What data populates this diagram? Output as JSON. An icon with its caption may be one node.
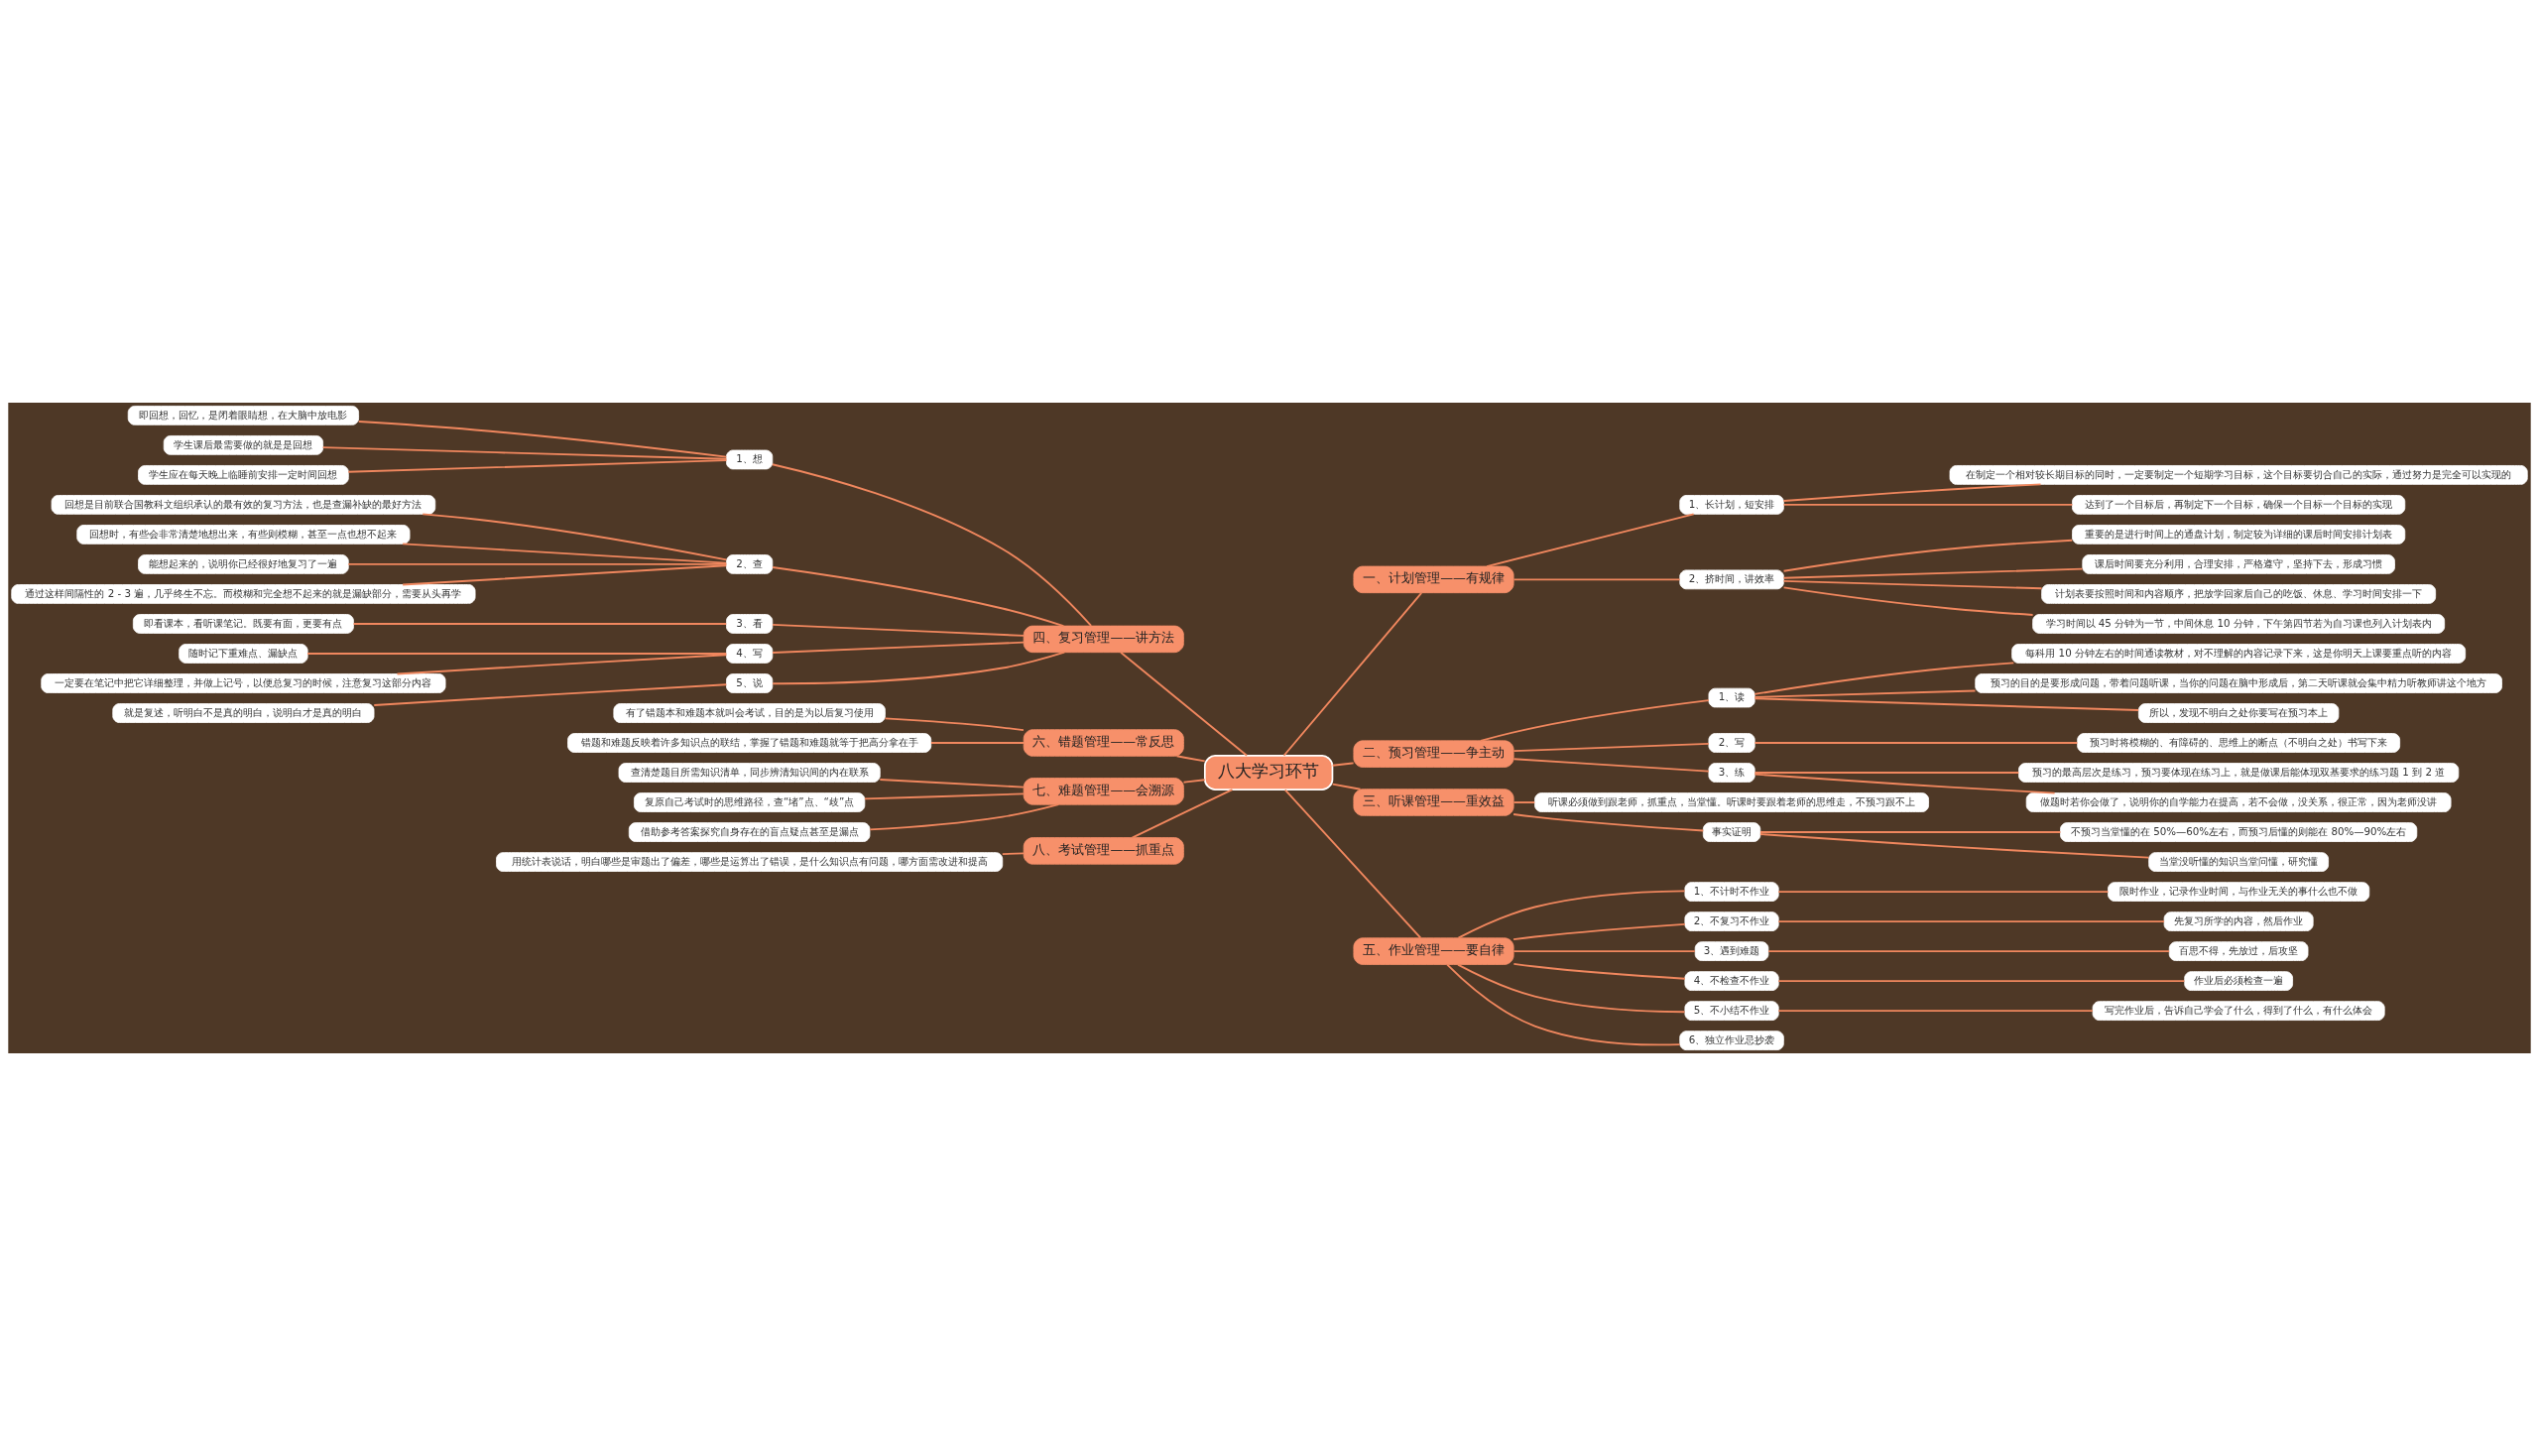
{
  "diagram": {
    "nodes": [
      {
        "text": [
          "八大学习环节"
        ]
      },
      {
        "text": [
          "一、计划管理——有规律"
        ]
      },
      {
        "text": [
          "1、长计划，短安排"
        ]
      },
      {
        "text": [
          "在制定一个相对较长期目标的同时，一定要制定一个短期学习目标，这个目标要切合自己的实际，通过努力是完全可以实现的"
        ]
      },
      {
        "text": [
          "达到了一个目标后，再制定下一个目标，确保一个目标一个目标的实现"
        ]
      },
      {
        "text": [
          "2、挤时间，讲效率"
        ]
      },
      {
        "text": [
          "重要的是进行时间上的通盘计划，制定较为详细的课后时间安排计划表"
        ]
      },
      {
        "text": [
          "课后时间要充分利用，合理安排，严格遵守，坚持下去，形成习惯"
        ]
      },
      {
        "text": [
          "计划表要按照时间和内容顺序，把放学回家后自己的吃饭、休息、学习时间安排一下"
        ]
      },
      {
        "text": [
          "学习时间以 45 分钟为一节，中间休息 10 分钟，下午第四节若为自习课也列入计划表内"
        ]
      },
      {
        "text": [
          "二、预习管理——争主动"
        ]
      },
      {
        "text": [
          "1、读"
        ]
      },
      {
        "text": [
          "每科用 10 分钟左右的时间通读教材，对不理解的内容记录下来，这是你明天上课要重点听的内容"
        ]
      },
      {
        "text": [
          "预习的目的是要形成问题，带着问题听课，当你的问题在脑中形成后，第二天听课就会集中精力听教师讲这个地方"
        ]
      },
      {
        "text": [
          "所以，发现不明白之处你要写在预习本上"
        ]
      },
      {
        "text": [
          "2、写"
        ]
      },
      {
        "text": [
          "预习时将模糊的、有障碍的、思维上的断点（不明白之处）书写下来"
        ]
      },
      {
        "text": [
          "3、练"
        ]
      },
      {
        "text": [
          "预习的最高层次是练习，预习要体现在练习上，就是做课后能体现双基要求的练习题 1 到 2 道"
        ]
      },
      {
        "text": [
          "做题时若你会做了，说明你的自学能力在提高，若不会做，没关系，很正常，因为老师没讲"
        ]
      },
      {
        "text": [
          "三、听课管理——重效益"
        ]
      },
      {
        "text": [
          "听课必须做到跟老师，抓重点，当堂懂。听课时要跟着老师的思维走，不预习跟不上"
        ]
      },
      {
        "text": [
          "事实证明"
        ]
      },
      {
        "text": [
          "不预习当堂懂的在 50%—60%左右，而预习后懂的则能在 80%—90%左右"
        ]
      },
      {
        "text": [
          "当堂没听懂的知识当堂问懂，研究懂"
        ]
      },
      {
        "text": [
          "五、作业管理——要自律"
        ]
      },
      {
        "text": [
          "1、不计时不作业"
        ]
      },
      {
        "text": [
          "限时作业，记录作业时间，与作业无关的事什么也不做"
        ]
      },
      {
        "text": [
          "2、不复习不作业"
        ]
      },
      {
        "text": [
          "先复习所学的内容，然后作业"
        ]
      },
      {
        "text": [
          "3、遇到难题"
        ]
      },
      {
        "text": [
          "百思不得，先放过，后攻坚"
        ]
      },
      {
        "text": [
          "4、不检查不作业"
        ]
      },
      {
        "text": [
          "作业后必须检查一遍"
        ]
      },
      {
        "text": [
          "5、不小结不作业"
        ]
      },
      {
        "text": [
          "写完作业后，告诉自己学会了什么，得到了什么，有什么体会"
        ]
      },
      {
        "text": [
          "6、独立作业忌抄袭"
        ]
      },
      {
        "text": [
          "四、复习管理——讲方法"
        ]
      },
      {
        "text": [
          "1、想"
        ]
      },
      {
        "text": [
          "即回想，回忆，是闭着眼睛想，在大脑中放电影"
        ]
      },
      {
        "text": [
          "学生课后最需要做的就是是回想"
        ]
      },
      {
        "text": [
          "学生应在每天晚上临睡前安排一定时间回想"
        ]
      },
      {
        "text": [
          "2、查"
        ]
      },
      {
        "text": [
          "回想是目前联合国教科文组织承认的最有效的复习方法，也是查漏补缺的最好方法"
        ]
      },
      {
        "text": [
          "回想时，有些会非常清楚地想出来，有些则模糊，甚至一点也想不起来"
        ]
      },
      {
        "text": [
          "能想起来的，说明你已经很好地复习了一遍"
        ]
      },
      {
        "text": [
          "通过这样间隔性的 2 - 3 遍，几乎终生不忘。而模糊和完全想不起来的就是漏缺部分，需要从头再学"
        ]
      },
      {
        "text": [
          "3、看"
        ]
      },
      {
        "text": [
          "即看课本，看听课笔记。既要有面，更要有点"
        ]
      },
      {
        "text": [
          "4、写"
        ]
      },
      {
        "text": [
          "随时记下重难点、漏缺点"
        ]
      },
      {
        "text": [
          "一定要在笔记中把它详细整理，并做上记号，以便总复习的时候，注意复习这部分内容"
        ]
      },
      {
        "text": [
          "5、说"
        ]
      },
      {
        "text": [
          "就是复述，听明白不是真的明白，说明白才是真的明白"
        ]
      },
      {
        "text": [
          "六、错题管理——常反思"
        ]
      },
      {
        "text": [
          "有了错题本和难题本就叫会考试，目的是为以后复习使用"
        ]
      },
      {
        "text": [
          "错题和难题反映着许多知识点的联结，掌握了错题和难题就等于把高分拿在手"
        ]
      },
      {
        "text": [
          "七、难题管理——会溯源"
        ]
      },
      {
        "text": [
          "查清楚题目所需知识清单，同步辨清知识间的内在联系"
        ]
      },
      {
        "text": [
          "复原自己考试时的思维路径，查“堵”点、“歧”点"
        ]
      },
      {
        "text": [
          "借助参考答案探究自身存在的盲点疑点甚至是漏点"
        ]
      },
      {
        "text": [
          "八、考试管理——抓重点"
        ]
      },
      {
        "text": [
          "用统计表说话，明白哪些是审题出了偏差，哪些是运算出了错误，是什么知识点有问题，哪方面需改进和提高"
        ]
      }
    ],
    "edges": [
      {
        "from": 0,
        "to": 1,
        "arrow": "none"
      },
      {
        "from": 1,
        "to": 2,
        "arrow": "none"
      },
      {
        "from": 2,
        "to": 3,
        "arrow": "none"
      },
      {
        "from": 2,
        "to": 4,
        "arrow": "none"
      },
      {
        "from": 1,
        "to": 5,
        "arrow": "none"
      },
      {
        "from": 5,
        "to": 6,
        "arrow": "none"
      },
      {
        "from": 5,
        "to": 7,
        "arrow": "none"
      },
      {
        "from": 5,
        "to": 8,
        "arrow": "none"
      },
      {
        "from": 5,
        "to": 9,
        "arrow": "none"
      },
      {
        "from": 0,
        "to": 10,
        "arrow": "none"
      },
      {
        "from": 10,
        "to": 11,
        "arrow": "none"
      },
      {
        "from": 11,
        "to": 12,
        "arrow": "none"
      },
      {
        "from": 11,
        "to": 13,
        "arrow": "none"
      },
      {
        "from": 11,
        "to": 14,
        "arrow": "none"
      },
      {
        "from": 10,
        "to": 15,
        "arrow": "none"
      },
      {
        "from": 15,
        "to": 16,
        "arrow": "none"
      },
      {
        "from": 10,
        "to": 17,
        "arrow": "none"
      },
      {
        "from": 17,
        "to": 18,
        "arrow": "none"
      },
      {
        "from": 17,
        "to": 19,
        "arrow": "none"
      },
      {
        "from": 0,
        "to": 20,
        "arrow": "none"
      },
      {
        "from": 20,
        "to": 21,
        "arrow": "none"
      },
      {
        "from": 20,
        "to": 22,
        "arrow": "none"
      },
      {
        "from": 22,
        "to": 23,
        "arrow": "none"
      },
      {
        "from": 22,
        "to": 24,
        "arrow": "none"
      },
      {
        "from": 0,
        "to": 25,
        "arrow": "none"
      },
      {
        "from": 25,
        "to": 26,
        "arrow": "none"
      },
      {
        "from": 26,
        "to": 27,
        "arrow": "none"
      },
      {
        "from": 25,
        "to": 28,
        "arrow": "none"
      },
      {
        "from": 28,
        "to": 29,
        "arrow": "none"
      },
      {
        "from": 25,
        "to": 30,
        "arrow": "none"
      },
      {
        "from": 30,
        "to": 31,
        "arrow": "none"
      },
      {
        "from": 25,
        "to": 32,
        "arrow": "none"
      },
      {
        "from": 32,
        "to": 33,
        "arrow": "none"
      },
      {
        "from": 25,
        "to": 34,
        "arrow": "none"
      },
      {
        "from": 34,
        "to": 35,
        "arrow": "none"
      },
      {
        "from": 25,
        "to": 36,
        "arrow": "none"
      },
      {
        "from": 0,
        "to": 37,
        "arrow": "none"
      },
      {
        "from": 37,
        "to": 38,
        "arrow": "none"
      },
      {
        "from": 38,
        "to": 39,
        "arrow": "none"
      },
      {
        "from": 38,
        "to": 40,
        "arrow": "none"
      },
      {
        "from": 38,
        "to": 41,
        "arrow": "none"
      },
      {
        "from": 37,
        "to": 42,
        "arrow": "none"
      },
      {
        "from": 42,
        "to": 43,
        "arrow": "none"
      },
      {
        "from": 42,
        "to": 44,
        "arrow": "none"
      },
      {
        "from": 42,
        "to": 45,
        "arrow": "none"
      },
      {
        "from": 42,
        "to": 46,
        "arrow": "none"
      },
      {
        "from": 37,
        "to": 47,
        "arrow": "none"
      },
      {
        "from": 47,
        "to": 48,
        "arrow": "none"
      },
      {
        "from": 37,
        "to": 49,
        "arrow": "none"
      },
      {
        "from": 49,
        "to": 50,
        "arrow": "none"
      },
      {
        "from": 49,
        "to": 51,
        "arrow": "none"
      },
      {
        "from": 37,
        "to": 52,
        "arrow": "none"
      },
      {
        "from": 52,
        "to": 53,
        "arrow": "none"
      },
      {
        "from": 0,
        "to": 54,
        "arrow": "none"
      },
      {
        "from": 54,
        "to": 55,
        "arrow": "none"
      },
      {
        "from": 54,
        "to": 56,
        "arrow": "none"
      },
      {
        "from": 0,
        "to": 57,
        "arrow": "none"
      },
      {
        "from": 57,
        "to": 58,
        "arrow": "none"
      },
      {
        "from": 57,
        "to": 59,
        "arrow": "none"
      },
      {
        "from": 57,
        "to": 60,
        "arrow": "none"
      },
      {
        "from": 0,
        "to": 61,
        "arrow": "none"
      },
      {
        "from": 61,
        "to": 62,
        "arrow": "none"
      }
    ]
  }
}
